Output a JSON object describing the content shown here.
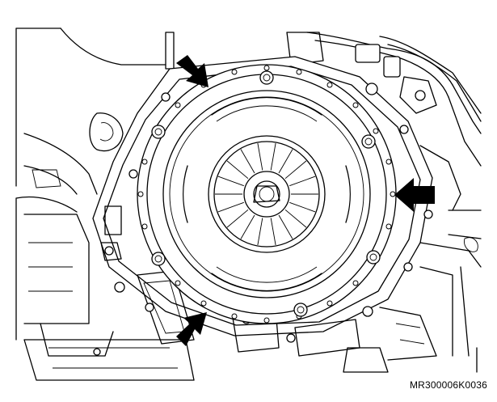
{
  "figure": {
    "code": "MR300006K0036"
  },
  "colors": {
    "line": "#000000",
    "background": "#ffffff",
    "arrow": "#000000"
  },
  "callouts": [
    {
      "name": "arrow-top-left",
      "direction": "down-right"
    },
    {
      "name": "arrow-right",
      "direction": "left"
    },
    {
      "name": "arrow-bottom-left",
      "direction": "up-right"
    }
  ]
}
